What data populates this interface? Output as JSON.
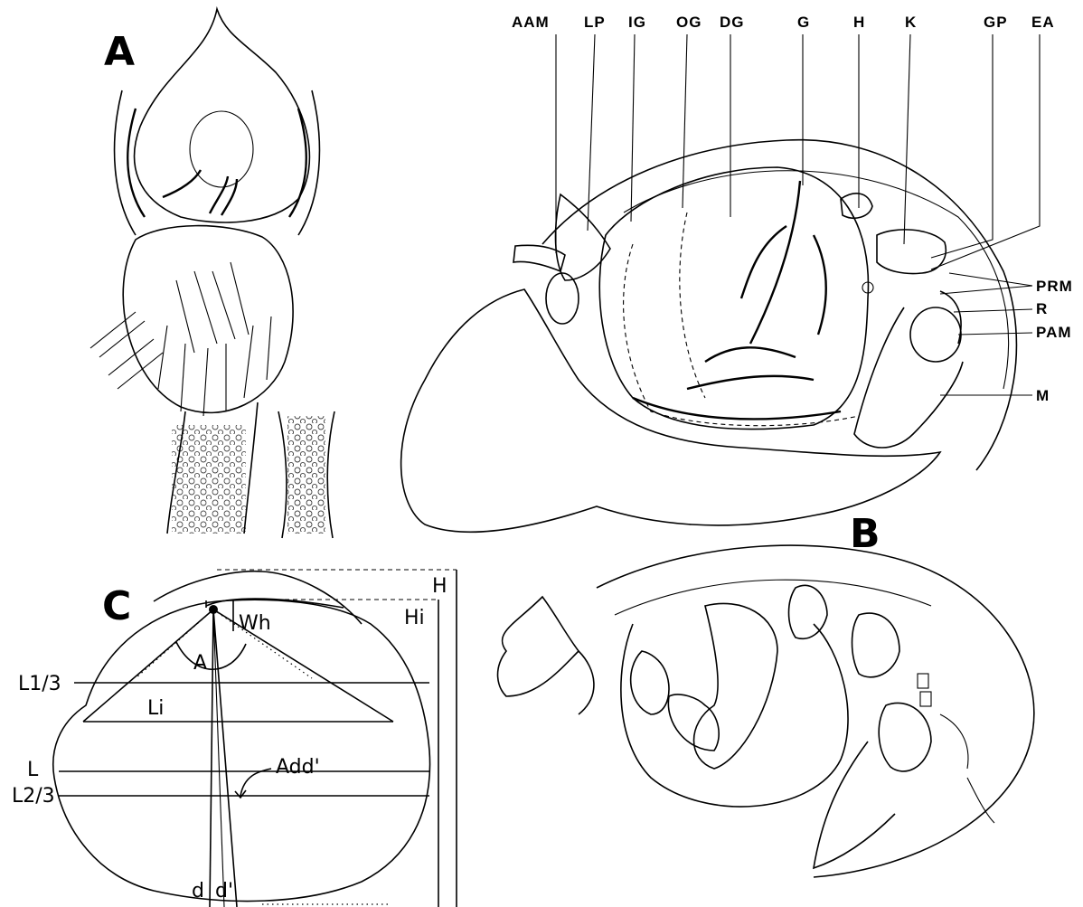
{
  "panels": {
    "a": {
      "letter": "A"
    },
    "b": {
      "letter": "B",
      "top_labels": [
        "AAM",
        "LP",
        "IG",
        "OG",
        "DG",
        "G",
        "H",
        "K",
        "GP",
        "EA"
      ],
      "side_labels": [
        "PRM",
        "R",
        "PAM",
        "M"
      ]
    },
    "c": {
      "letter": "C",
      "labels": {
        "h": "H",
        "hi": "Hi",
        "wh": "Wh",
        "a": "A",
        "l13": "L1/3",
        "li": "Li",
        "l": "L",
        "l23": "L2/3",
        "add": "Add'",
        "d": "d",
        "dprime": "d'"
      }
    }
  }
}
